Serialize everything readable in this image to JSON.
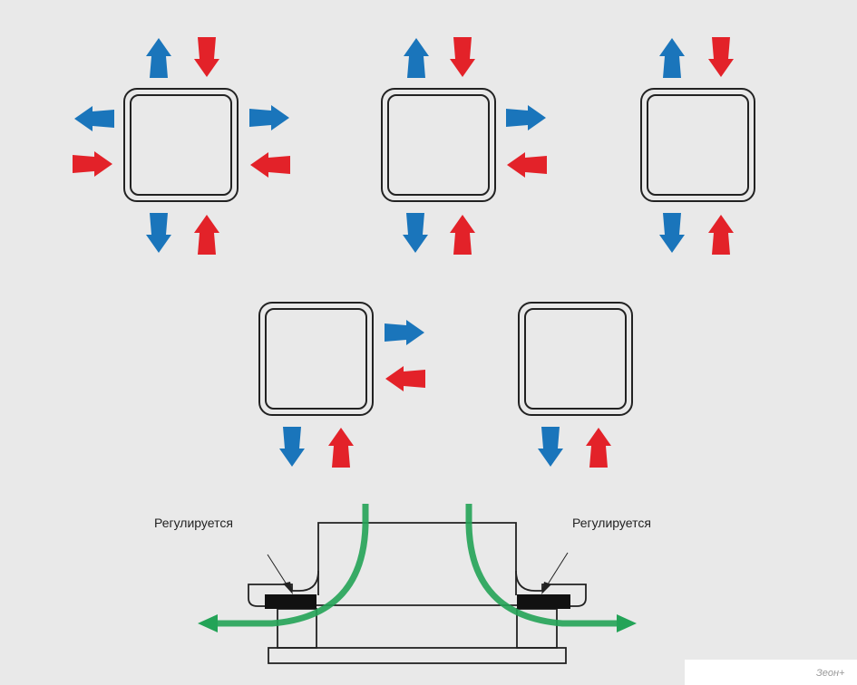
{
  "colors": {
    "supply": "#1a75bb",
    "exhaust": "#e32229",
    "airflow": "#23a357",
    "background": "#e9e9e9"
  },
  "diagrams": [
    {
      "name": "four-way",
      "outlets": [
        "top",
        "left",
        "right",
        "bottom"
      ]
    },
    {
      "name": "three-way",
      "outlets": [
        "top",
        "right",
        "bottom"
      ]
    },
    {
      "name": "two-way",
      "outlets": [
        "top",
        "bottom"
      ]
    },
    {
      "name": "two-way-corner",
      "outlets": [
        "right",
        "bottom"
      ]
    },
    {
      "name": "one-way",
      "outlets": [
        "bottom"
      ]
    }
  ],
  "section": {
    "label_left": "Регулируется",
    "label_right": "Регулируется"
  },
  "watermark": "Зеон+"
}
